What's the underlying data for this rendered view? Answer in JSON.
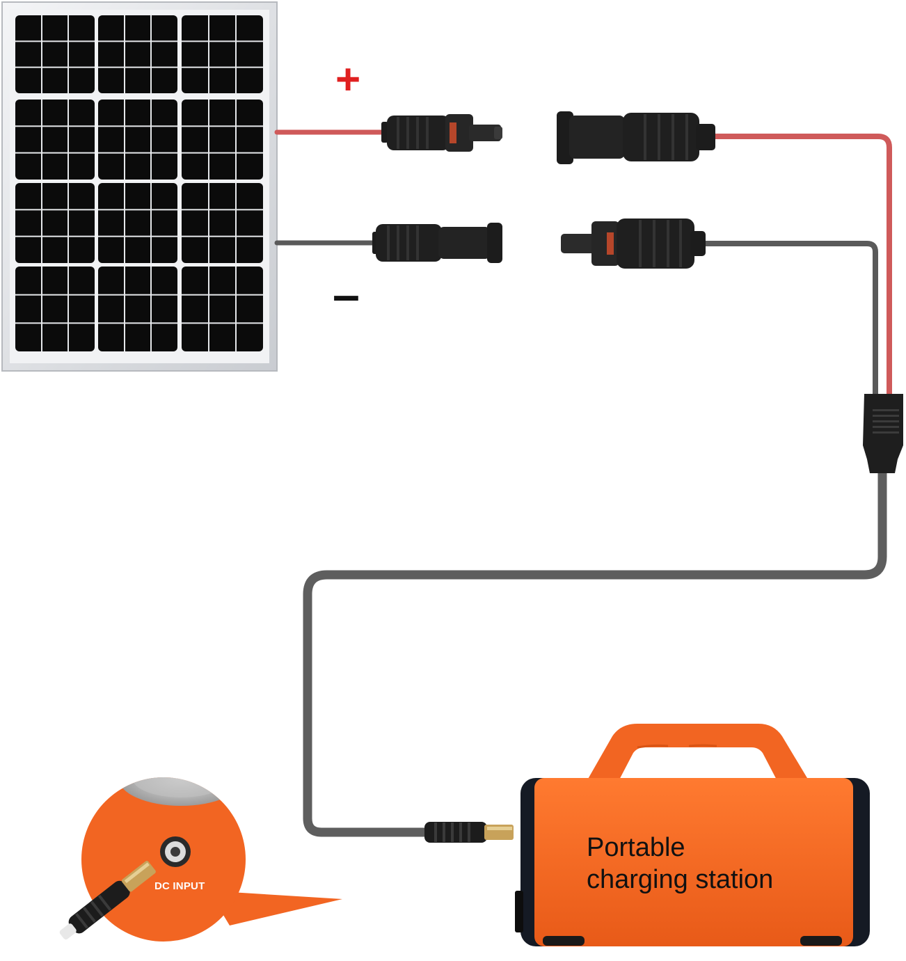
{
  "labels": {
    "positive": "+",
    "negative": "–",
    "station_line1": "Portable",
    "station_line2": "charging station",
    "dc_input": "DC INPUT"
  },
  "colors": {
    "positive_wire": "#cf5a5a",
    "negative_wire": "#5a5a5a",
    "station_orange": "#f26522",
    "plus_sign": "#e02020",
    "panel_cell": "#0b0b0b",
    "panel_frame": "#d9dce0"
  },
  "icons": {
    "solar_panel": "solar-panel-icon",
    "mc4_connector": "mc4-connector-icon",
    "y_splitter": "y-splitter-icon",
    "dc_plug": "dc-barrel-plug-icon",
    "station": "portable-power-station-icon"
  }
}
